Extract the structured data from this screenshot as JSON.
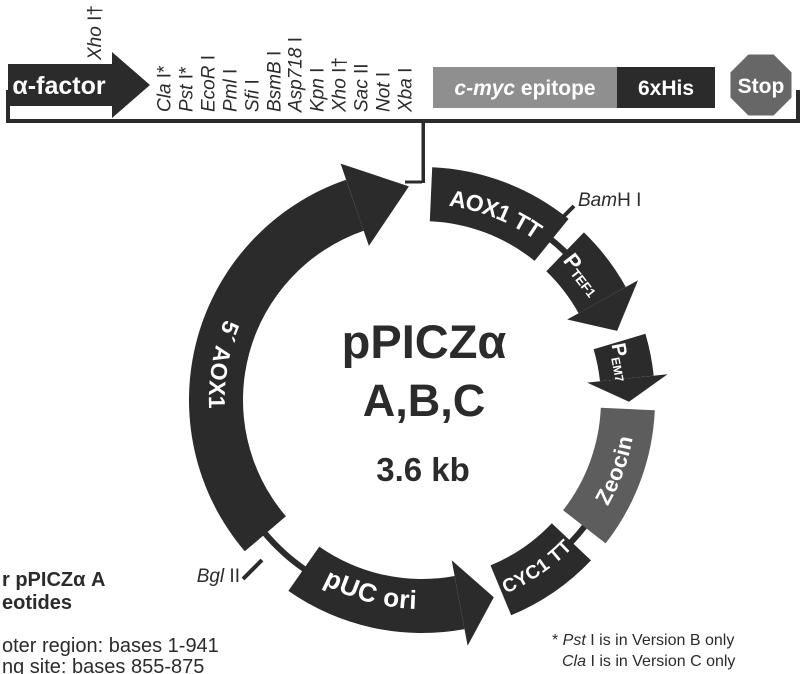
{
  "colors": {
    "ink": "#2b2b2b",
    "epitope_box_gray": "#8f8f8f",
    "stop_sign_gray": "#676767",
    "zeocin_gray": "#5d5d5d",
    "label_white": "#ffffff"
  },
  "mcs": {
    "alpha_factor_label": "α-factor",
    "xho_above": {
      "name": "Xho",
      "suffix": " I†"
    },
    "restriction_sites": [
      {
        "name": "Cla",
        "suffix": " I*"
      },
      {
        "name": "Pst",
        "suffix": " I*"
      },
      {
        "name": "EcoR",
        "suffix": " I"
      },
      {
        "name": "Pml",
        "suffix": " I"
      },
      {
        "name": "Sfi",
        "suffix": " I"
      },
      {
        "name": "BsmB",
        "suffix": " I"
      },
      {
        "name": "Asp718",
        "suffix": " I"
      },
      {
        "name": "Kpn",
        "suffix": " I"
      },
      {
        "name": "Xho",
        "suffix": " I†"
      },
      {
        "name": "Sac",
        "suffix": " II"
      },
      {
        "name": "Not",
        "suffix": " I"
      },
      {
        "name": "Xba",
        "suffix": " I"
      }
    ],
    "cmyc_italic": "c-myc",
    "cmyc_rest": " epitope",
    "his_label": "6xHis",
    "stop_label": "Stop"
  },
  "plasmid": {
    "title_line1": "pPICZα",
    "title_line2": "A,B,C",
    "size_label": "3.6 kb",
    "segments": {
      "five_aox1": "5´ AOX1",
      "aox1tt": "AOX1 TT",
      "zeocin": "Zeocin",
      "cyc1tt": "CYC1 TT",
      "puc_ori": "pUC ori"
    },
    "promoters": {
      "tef1_main": "P",
      "tef1_sub": "TEF1",
      "em7_main": "P",
      "em7_sub": "EM7"
    },
    "ticks": {
      "bamhi": {
        "name": "Bam",
        "suffix": "H I"
      },
      "bglii": {
        "name": "Bgl",
        "suffix": " II"
      }
    }
  },
  "notes": {
    "left_clipped": {
      "heading_line1": "r pPICZα A",
      "heading_line2": "eotides",
      "body_line1": "oter region: bases 1-941",
      "body_line2": "ng site: bases 855-875"
    },
    "footnote1": {
      "star": "* ",
      "name": "Pst",
      "rest": " I is in Version B only"
    },
    "footnote2": {
      "name": "Cla",
      "rest": " I is in Version C only"
    }
  }
}
